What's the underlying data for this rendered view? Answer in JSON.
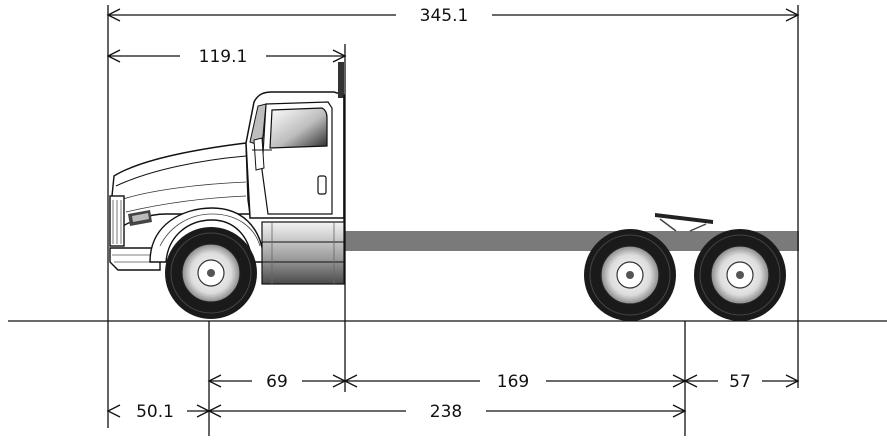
{
  "dimensions": {
    "overall_length": "345.1",
    "bumper_to_back_of_cab": "119.1",
    "front_overhang": "50.1",
    "axle_to_back_of_cab": "69",
    "back_of_cab_to_tandem_center": "169",
    "rear_overhang": "57",
    "wheelbase": "238"
  },
  "colors": {
    "line": "#111111",
    "frame": "#7a7a7a",
    "tire": "#1a1a1a"
  }
}
